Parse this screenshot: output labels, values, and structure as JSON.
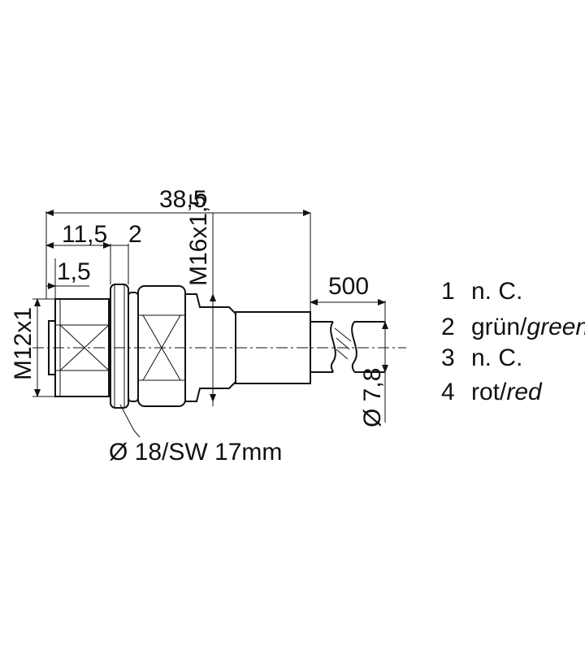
{
  "dimensions": {
    "overall_length": "38,5",
    "housing_length": "11,5",
    "flange": "2",
    "front_offset": "1,5",
    "thread_rear": "M16x1,5",
    "thread_front": "M12x1",
    "cable_length": "500",
    "cable_diameter": "Ø 7,8",
    "nut_size": "Ø 18/SW 17mm"
  },
  "legend": [
    {
      "pin": "1",
      "text": "n. C.",
      "italic": ""
    },
    {
      "pin": "2",
      "text": "grün/",
      "italic": "green"
    },
    {
      "pin": "3",
      "text": "n. C.",
      "italic": ""
    },
    {
      "pin": "4",
      "text": "rot/",
      "italic": "red"
    }
  ]
}
